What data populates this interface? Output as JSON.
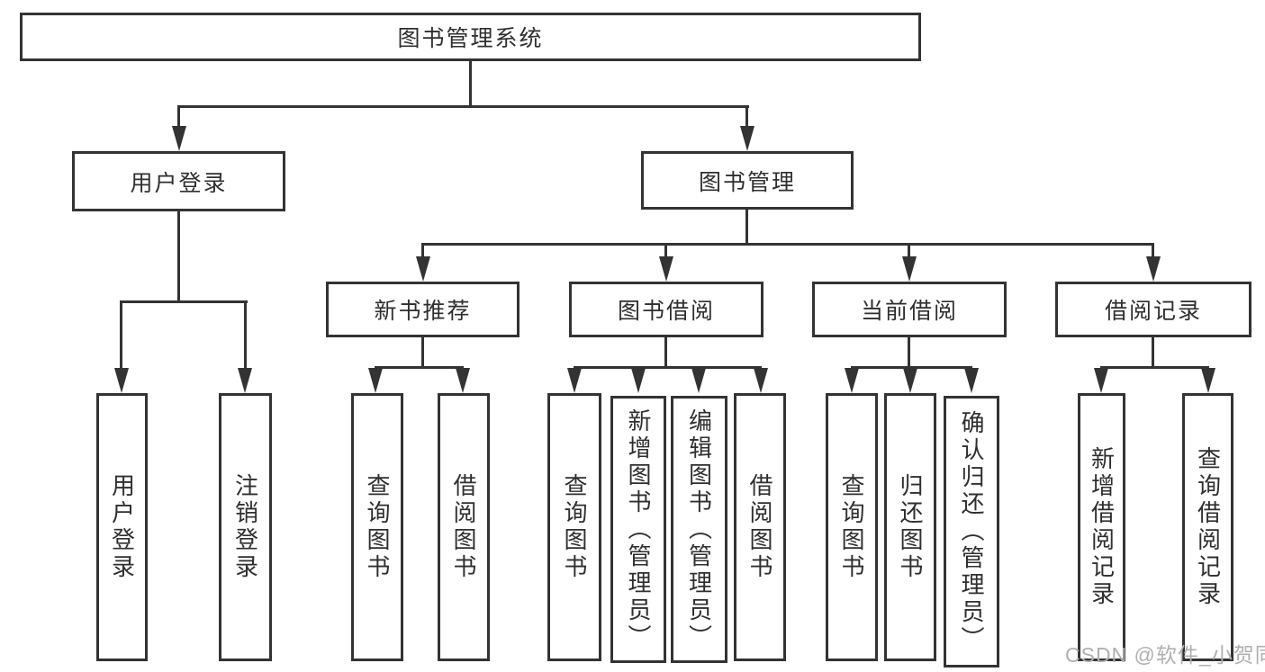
{
  "diagram_type": "tree",
  "nodes": {
    "root": "图书管理系统",
    "user_login": "用户登录",
    "book_management": "图书管理",
    "leaf_user_login": "用户登录",
    "leaf_logout": "注销登录",
    "new_book_rec": "新书推荐",
    "book_borrow": "图书借阅",
    "current_borrow": "当前借阅",
    "borrow_records": "借阅记录",
    "nbr_query_books": "查询图书",
    "nbr_borrow_books": "借阅图书",
    "bb_query_books": "查询图书",
    "bb_add_books": "新增图书（管理员）",
    "bb_edit_books": "编辑图书（管理员）",
    "bb_borrow_books": "借阅图书",
    "cb_query_books": "查询图书",
    "cb_return_books": "归还图书",
    "cb_confirm_return": "确认归还（管理员）",
    "br_add_record": "新增借阅记录",
    "br_query_record": "查询借阅记录"
  },
  "hierarchy": {
    "图书管理系统": {
      "用户登录": [
        "用户登录",
        "注销登录"
      ],
      "图书管理": {
        "新书推荐": [
          "查询图书",
          "借阅图书"
        ],
        "图书借阅": [
          "查询图书",
          "新增图书（管理员）",
          "编辑图书（管理员）",
          "借阅图书"
        ],
        "当前借阅": [
          "查询图书",
          "归还图书",
          "确认归还（管理员）"
        ],
        "借阅记录": [
          "新增借阅记录",
          "查询借阅记录"
        ]
      }
    }
  },
  "watermark": "CSDN @软件_小贺同学",
  "colors": {
    "line": "#333333",
    "text": "#2f2f2f",
    "watermark": "#b0b0b0",
    "background": "#ffffff",
    "box_fill": "#ffffff"
  }
}
